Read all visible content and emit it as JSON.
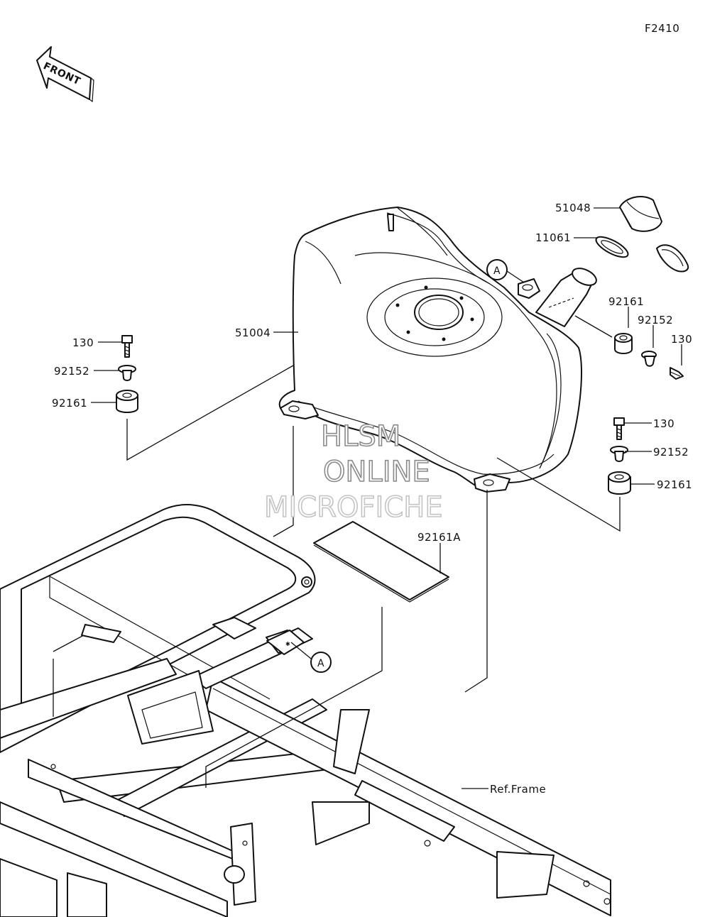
{
  "figure_id": "F2410",
  "front_label": "FRONT",
  "ref_marker": "A",
  "watermark": [
    "HLSM",
    "ONLINE",
    "MICROFICHE"
  ],
  "ref_frame_label": "Ref.Frame",
  "parts": {
    "fuel_cap": "51048",
    "cap_gasket": "11061",
    "fuel_tank": "51004",
    "damper_right_rear": "92161",
    "collar_right_rear": "92152",
    "bolt_right_rear": "130",
    "bolt_left": "130",
    "collar_left": "92152",
    "damper_left": "92161",
    "bolt_right_front": "130",
    "collar_right_front": "92152",
    "damper_right_front": "92161",
    "pad": "92161A"
  }
}
